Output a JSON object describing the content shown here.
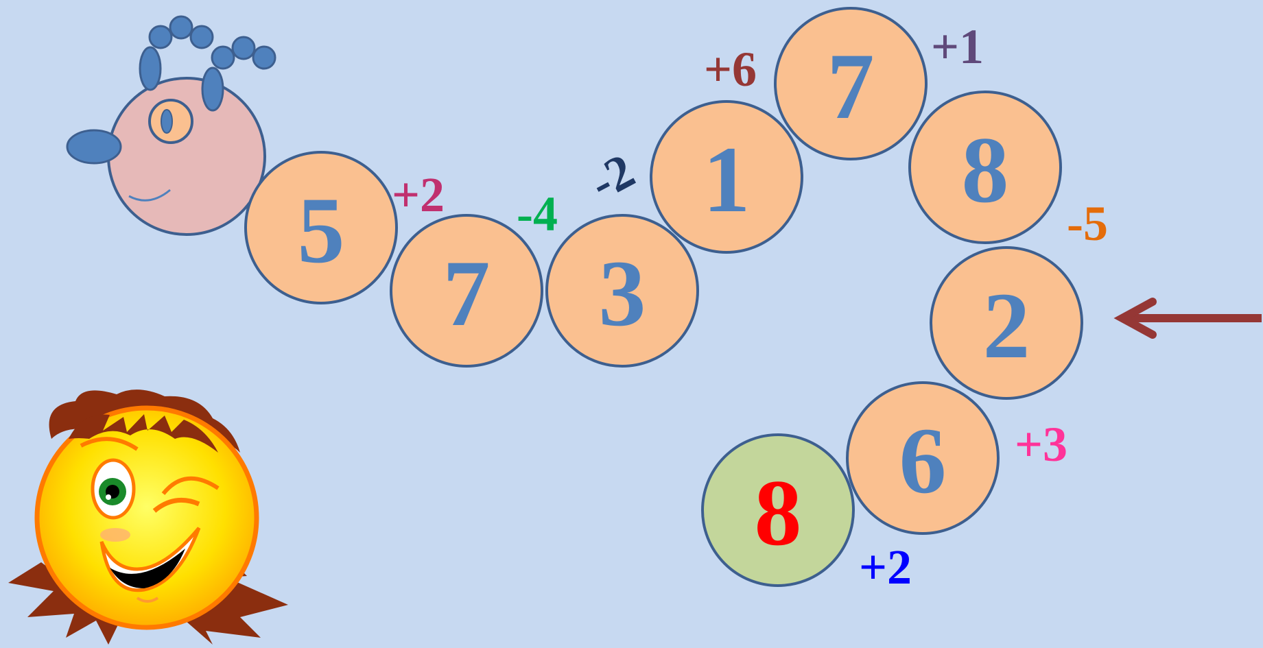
{
  "colors": {
    "background": "#c7d9f1",
    "segment_fill": "#fac090",
    "segment_outline": "#3d5f8f",
    "number_color": "#4f81bd",
    "answer_fill": "#c3d69b",
    "answer_color": "#ff0000",
    "arrow_color": "#953735",
    "head_fill": "#e6b9b8"
  },
  "segments": [
    {
      "value": "5",
      "fill": "#fac090",
      "color": "#4f81bd"
    },
    {
      "value": "7",
      "fill": "#fac090",
      "color": "#4f81bd"
    },
    {
      "value": "3",
      "fill": "#fac090",
      "color": "#4f81bd"
    },
    {
      "value": "1",
      "fill": "#fac090",
      "color": "#4f81bd"
    },
    {
      "value": "7",
      "fill": "#fac090",
      "color": "#4f81bd"
    },
    {
      "value": "8",
      "fill": "#fac090",
      "color": "#4f81bd"
    },
    {
      "value": "2",
      "fill": "#fac090",
      "color": "#4f81bd"
    },
    {
      "value": "6",
      "fill": "#fac090",
      "color": "#4f81bd"
    },
    {
      "value": "8",
      "fill": "#c3d69b",
      "color": "#ff0000"
    }
  ],
  "operations": [
    {
      "text": "+2",
      "color": "#c0306f"
    },
    {
      "text": "-4",
      "color": "#00b050"
    },
    {
      "text": "-2",
      "color": "#1f3864"
    },
    {
      "text": "+6",
      "color": "#953735"
    },
    {
      "text": "+1",
      "color": "#5f497a"
    },
    {
      "text": "-5",
      "color": "#e46c0a"
    },
    {
      "text": "+3",
      "color": "#ff3399"
    },
    {
      "text": "+2",
      "color": "#0000ff"
    }
  ],
  "icons": {
    "caterpillar_head": "caterpillar-head-icon",
    "arrow": "left-arrow-icon",
    "winking_sun": "winking-sun-icon"
  }
}
